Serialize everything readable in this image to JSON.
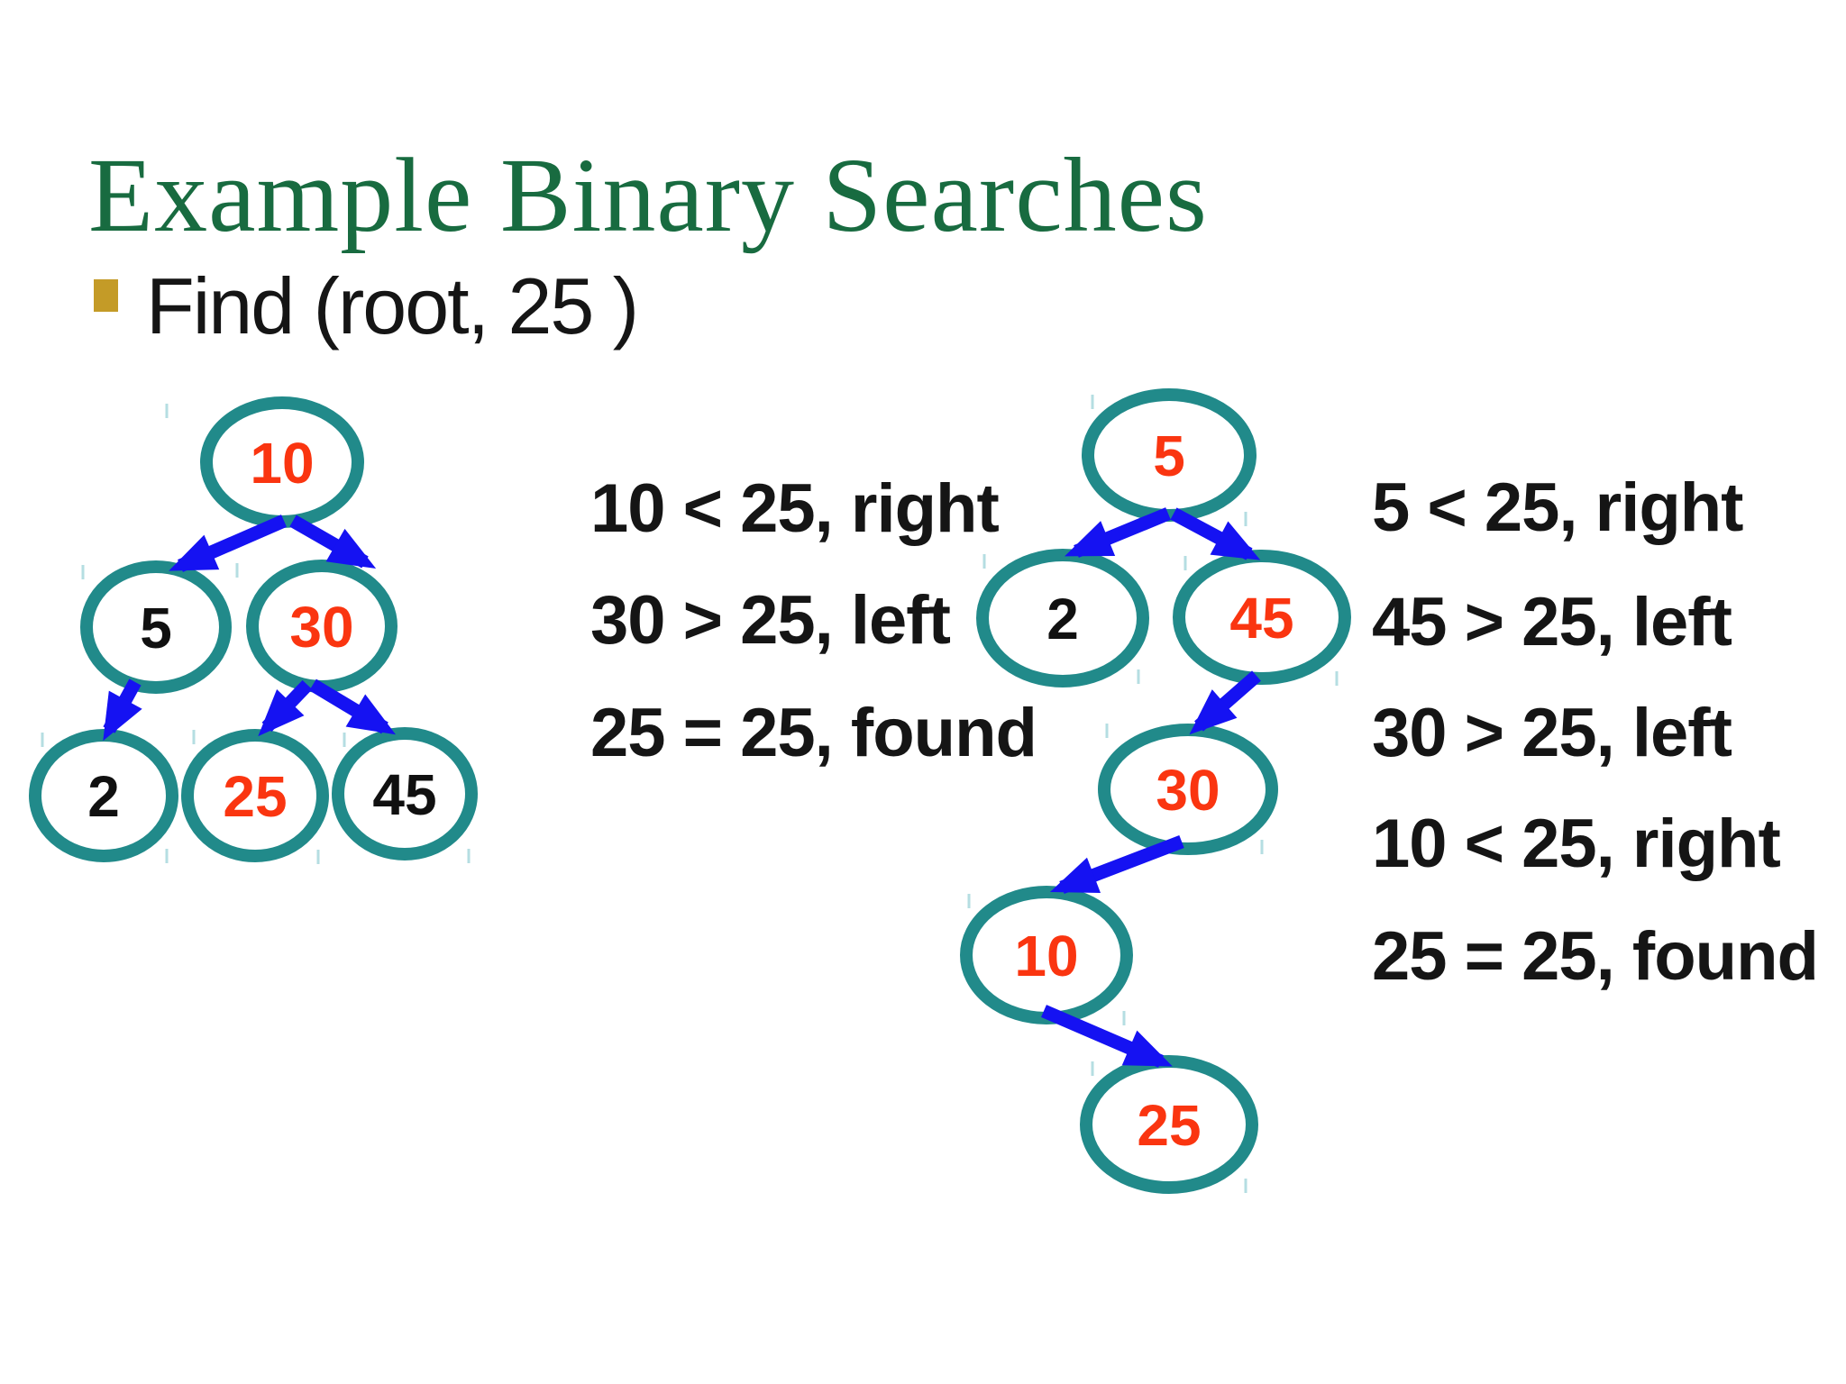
{
  "title": "Example Binary Searches",
  "bullet_text": "Find (root, 25 )",
  "colors": {
    "title_green": "#186b40",
    "node_outline_teal": "#218a8a",
    "arrow_blue": "#1512f2",
    "node_value_red": "#fa3510",
    "body_text_black": "#151515",
    "bullet_gold": "#c49b27"
  },
  "trees": [
    {
      "id": "left",
      "description": "search path for 25 starting at root 10",
      "nodes": [
        {
          "id": "L10",
          "label": "10",
          "emph": true
        },
        {
          "id": "L5",
          "label": "5",
          "emph": false
        },
        {
          "id": "L30",
          "label": "30",
          "emph": true
        },
        {
          "id": "L2",
          "label": "2",
          "emph": false
        },
        {
          "id": "L25",
          "label": "25",
          "emph": true
        },
        {
          "id": "L45",
          "label": "45",
          "emph": false
        }
      ],
      "edges": [
        {
          "from": "L10",
          "to": "L5"
        },
        {
          "from": "L10",
          "to": "L30"
        },
        {
          "from": "L5",
          "to": "L2"
        },
        {
          "from": "L30",
          "to": "L25"
        },
        {
          "from": "L30",
          "to": "L45"
        }
      ]
    },
    {
      "id": "right",
      "description": "search path for 25 starting at root 5",
      "nodes": [
        {
          "id": "R5",
          "label": "5",
          "emph": true
        },
        {
          "id": "R2",
          "label": "2",
          "emph": false
        },
        {
          "id": "R45",
          "label": "45",
          "emph": true
        },
        {
          "id": "R30",
          "label": "30",
          "emph": true
        },
        {
          "id": "R10",
          "label": "10",
          "emph": true
        },
        {
          "id": "R25",
          "label": "25",
          "emph": true
        }
      ],
      "edges": [
        {
          "from": "R5",
          "to": "R2"
        },
        {
          "from": "R5",
          "to": "R45"
        },
        {
          "from": "R45",
          "to": "R30"
        },
        {
          "from": "R30",
          "to": "R10"
        },
        {
          "from": "R10",
          "to": "R25"
        }
      ]
    }
  ],
  "steps_left": [
    "10 < 25, right",
    "30 > 25, left",
    "25 = 25, found"
  ],
  "steps_right": [
    "5 < 25, right",
    "45 > 25, left",
    "30 > 25, left",
    "10 < 25, right",
    "25 = 25, found"
  ]
}
